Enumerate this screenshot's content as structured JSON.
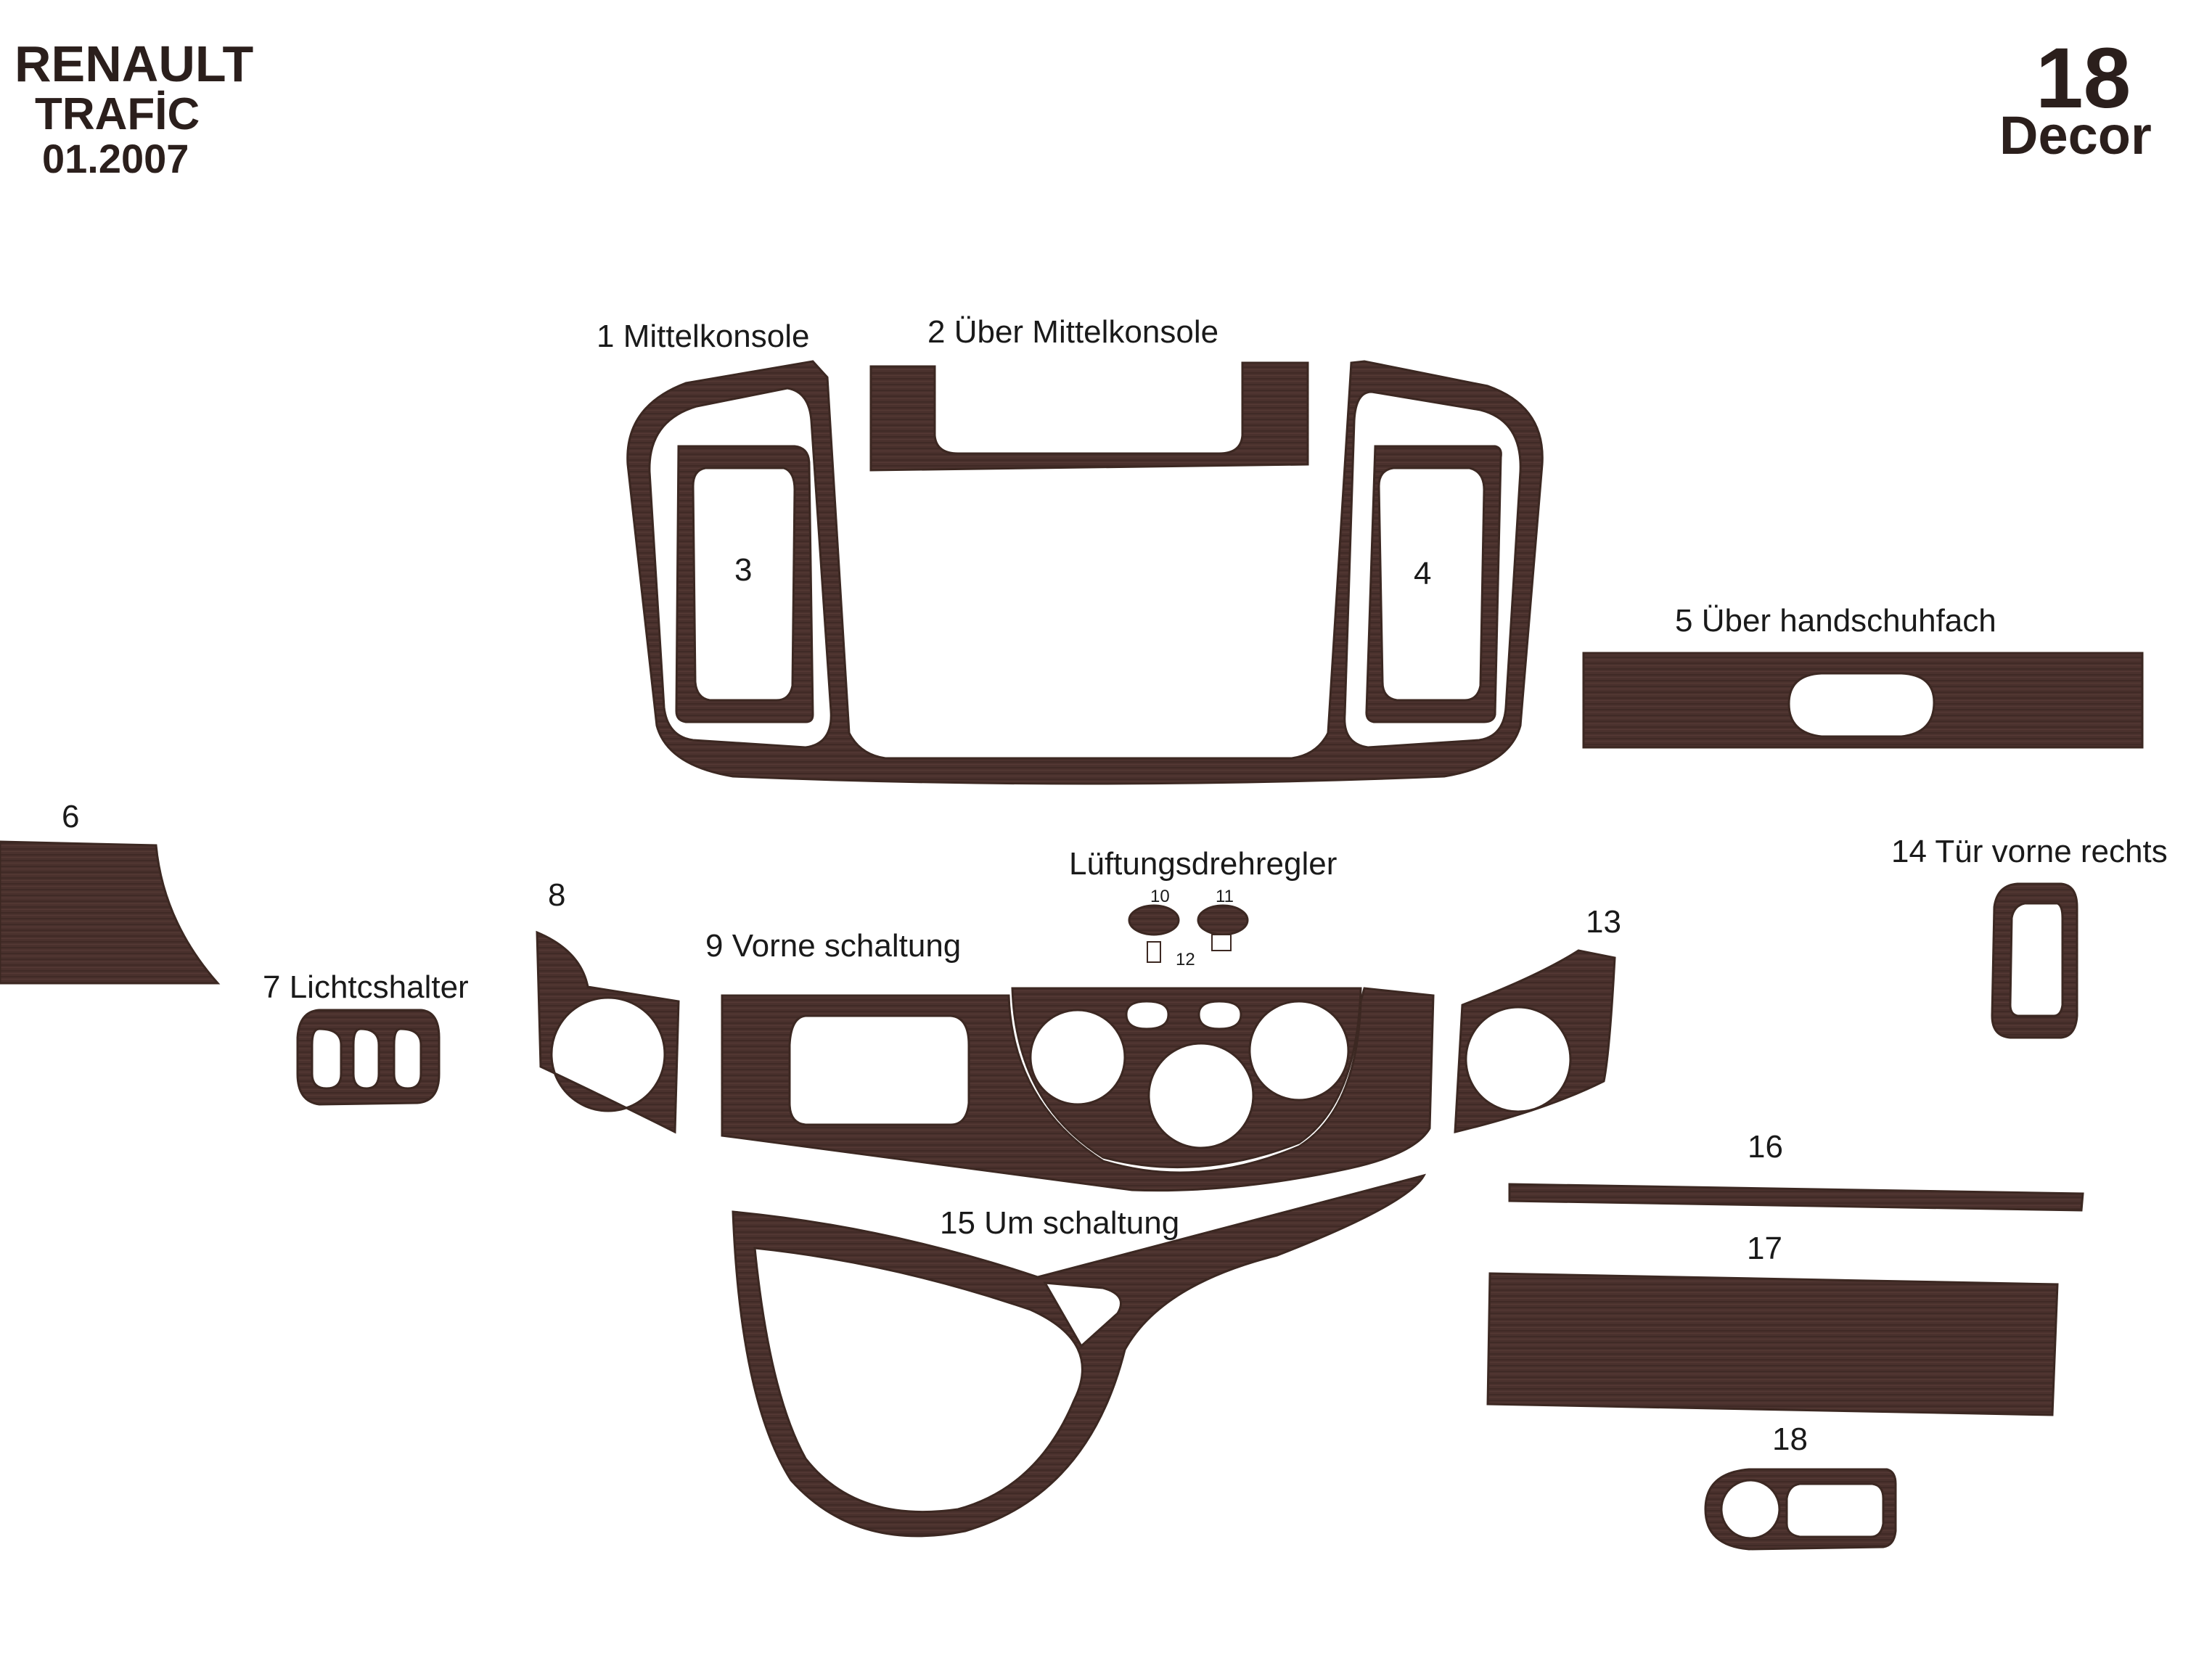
{
  "header": {
    "brand": "RENAULT",
    "model": "TRAFİC",
    "date": "01.2007",
    "count": "18",
    "kind": "Decor"
  },
  "colors": {
    "wood": "#4a312d",
    "wood_dark": "#2f1f1c",
    "text": "#1a1a1a"
  },
  "labels": {
    "p1": "1  Mittelkonsole",
    "p2": "2  Über Mittelkonsole",
    "p3": "3",
    "p4": "4",
    "p5": "5  Über  handschuhfach",
    "p6": "6",
    "p7": "7  Lichtcshalter",
    "p8": "8",
    "p9": "9  Vorne schaltung",
    "vent": "Lüftungsdrehregler",
    "p10": "10",
    "p11": "11",
    "p12": "12",
    "p13": "13",
    "p14": "14  Tür vorne rechts",
    "p15": "15  Um schaltung",
    "p16": "16",
    "p17": "17",
    "p18": "18"
  }
}
